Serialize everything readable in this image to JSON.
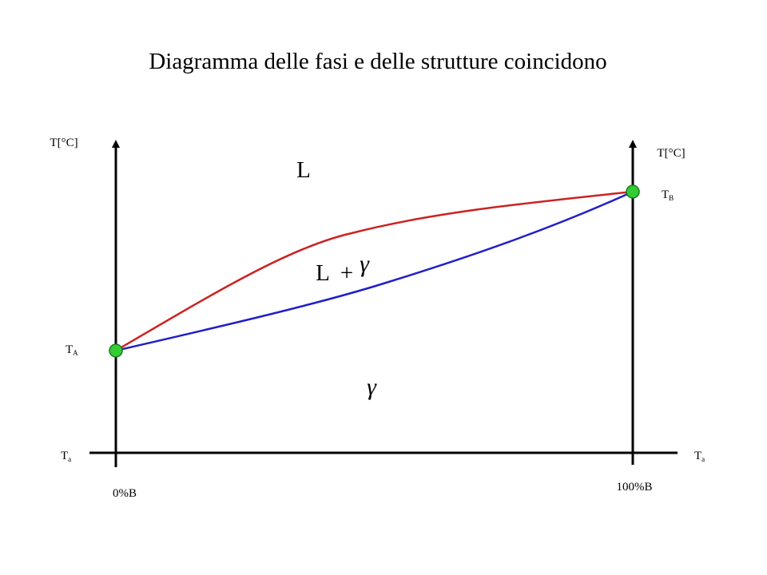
{
  "title": "Diagramma delle fasi e delle strutture coincidono",
  "left_axis": {
    "label": "T[°C]"
  },
  "right_axis": {
    "label": "T[°C]"
  },
  "points": {
    "ta": {
      "main": "T",
      "sub": "A"
    },
    "tb": {
      "main": "T",
      "sub": "B"
    }
  },
  "ambient": {
    "left": {
      "main": "T",
      "sub": "a"
    },
    "right": {
      "main": "T",
      "sub": "a"
    }
  },
  "composition": {
    "left": "0%B",
    "right": "100%B"
  },
  "regions": {
    "liquid": "L",
    "two_phase_l": "L",
    "two_phase_plus": "+",
    "two_phase_gamma": "γ",
    "solid": "γ"
  },
  "colors": {
    "liquidus": "#cc2222",
    "solidus": "#1f1fc8",
    "point_fill": "#33cc33",
    "point_stroke": "#1a7a1a"
  }
}
